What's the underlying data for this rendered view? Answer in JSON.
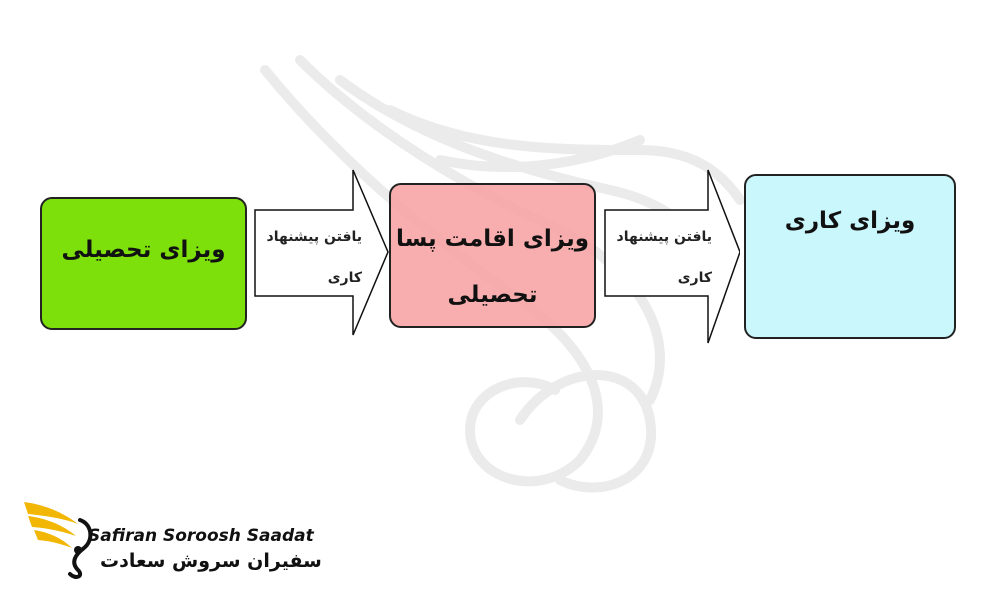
{
  "diagram": {
    "stages": [
      {
        "label": "ویزای تحصیلی",
        "color": "#7ee00a"
      },
      {
        "label": "ویزای اقامت پسا تحصیلی",
        "color": "#f7a3a3"
      },
      {
        "label": "ویزای کاری",
        "color": "#c4f6fc"
      }
    ],
    "transitions": [
      {
        "label": "یافتن پیشنهاد کاری"
      },
      {
        "label": "یافتن پیشنهاد کاری"
      }
    ]
  },
  "logo": {
    "text_en": "Safiran Soroosh Saadat",
    "text_fa": "سفیران سروش سعادت",
    "colors": {
      "wing": "#f2b705",
      "text": "#111111"
    }
  }
}
